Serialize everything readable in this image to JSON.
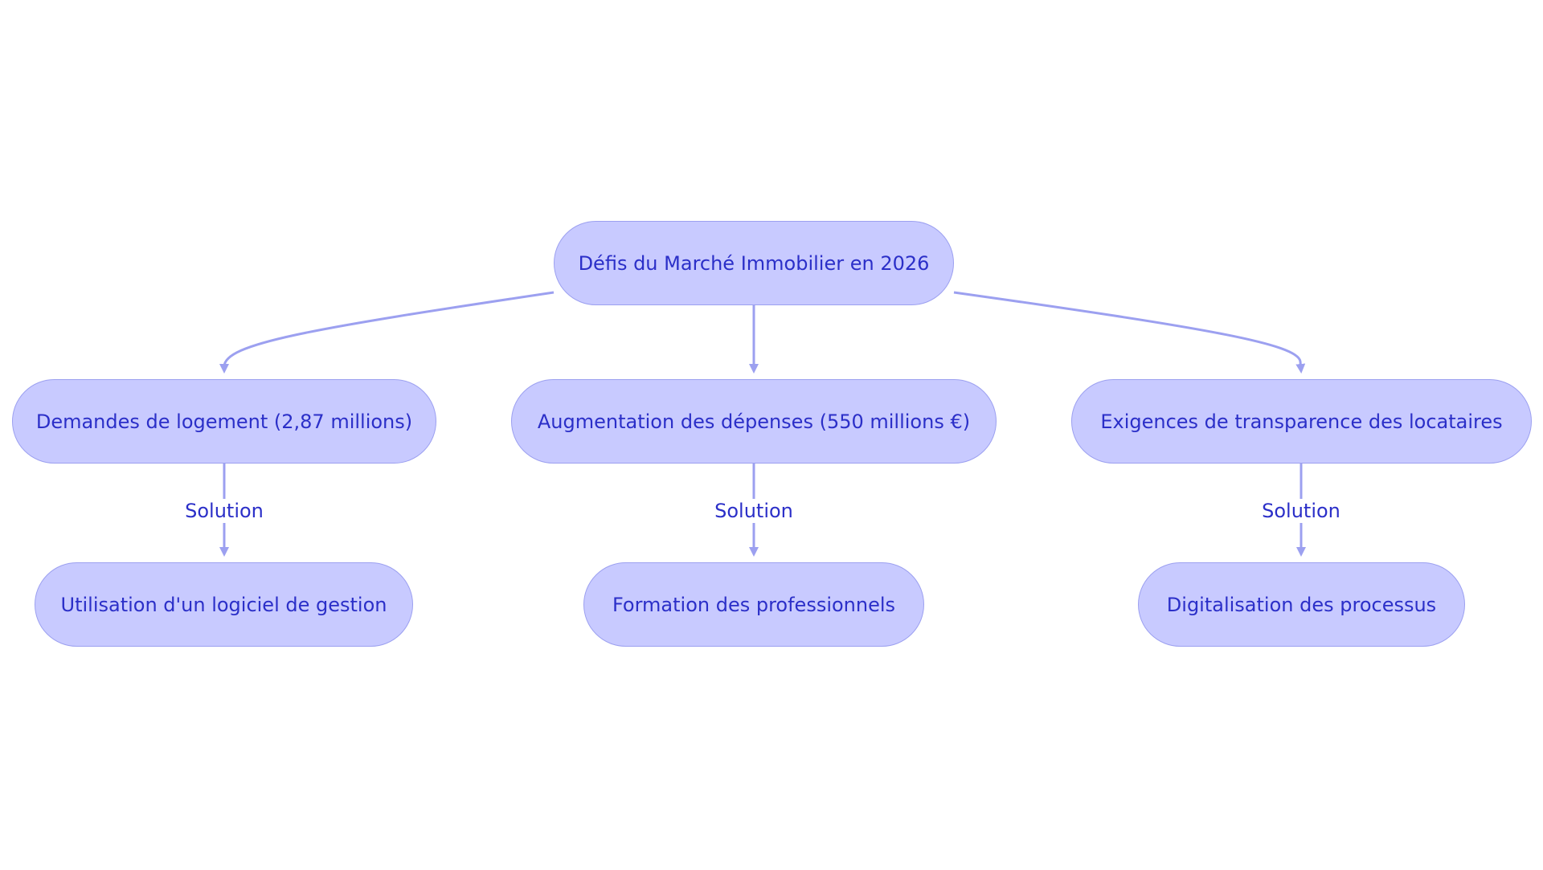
{
  "diagram": {
    "root": {
      "label": "Défis du Marché Immobilier en 2026"
    },
    "challenges": [
      {
        "label": "Demandes de logement (2,87 millions)"
      },
      {
        "label": "Augmentation des dépenses (550 millions €)"
      },
      {
        "label": "Exigences de transparence des locataires"
      }
    ],
    "solutions": [
      {
        "label": "Utilisation d'un logiciel de gestion"
      },
      {
        "label": "Formation des professionnels"
      },
      {
        "label": "Digitalisation des processus"
      }
    ],
    "edge_labels": [
      "Solution",
      "Solution",
      "Solution"
    ]
  },
  "colors": {
    "node_fill": "#c8caff",
    "node_border": "#9ca0f0",
    "text": "#2b2fc8",
    "edge": "#9ca0f0"
  }
}
